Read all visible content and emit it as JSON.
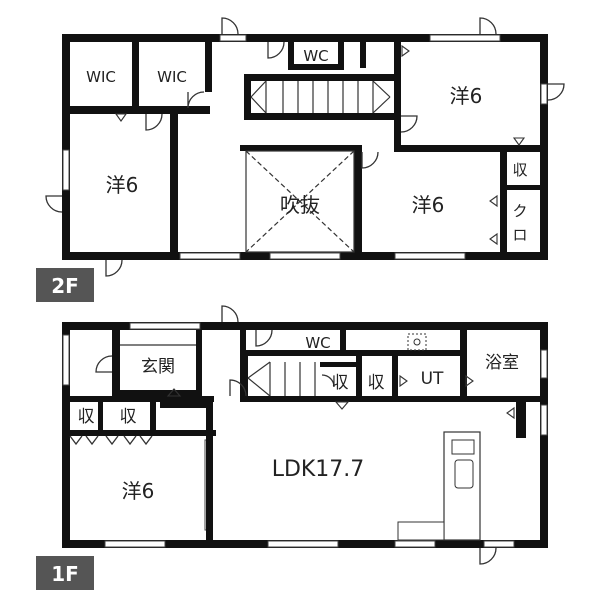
{
  "floors": [
    {
      "tag": "2F",
      "rooms": {
        "wic_left": "WIC",
        "wic_right": "WIC",
        "wc": "WC",
        "bedroom_topright": "洋6",
        "bedroom_left": "洋6",
        "void": "吹抜",
        "bedroom_mid": "洋6",
        "storage": "収",
        "closet_top": "ク",
        "closet_bottom": "ロ"
      }
    },
    {
      "tag": "1F",
      "rooms": {
        "entrance": "玄関",
        "wc": "WC",
        "storage_stairs": "収",
        "storage_mid": "収",
        "utility": "UT",
        "bath": "浴室",
        "storage_left_a": "収",
        "storage_left_b": "収",
        "bedroom": "洋6",
        "ldk": "LDK17.7"
      }
    }
  ]
}
